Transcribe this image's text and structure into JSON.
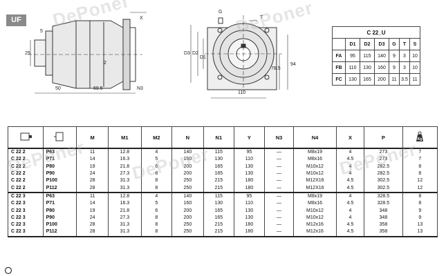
{
  "badge": "UF",
  "watermark": "DePoner",
  "drawing": {
    "side_labels": [
      "5",
      "X",
      "25",
      "50",
      "69.5",
      "N3",
      "2"
    ],
    "front_labels": [
      "G",
      "T",
      "D3",
      "D2",
      "D1",
      "78.5",
      "94",
      "110"
    ]
  },
  "flange_table": {
    "title": "C 22_U",
    "columns": [
      "",
      "D1",
      "D2",
      "D3",
      "G",
      "T",
      "S"
    ],
    "rows": [
      [
        "FA",
        "95",
        "115",
        "140",
        "9",
        "3",
        "10"
      ],
      [
        "FB",
        "110",
        "130",
        "160",
        "9",
        "3",
        "10"
      ],
      [
        "FC",
        "130",
        "165",
        "200",
        "11",
        "3.5",
        "11"
      ]
    ]
  },
  "main_table": {
    "columns": [
      "",
      "",
      "M",
      "M1",
      "M2",
      "N",
      "N1",
      "Y",
      "N3",
      "N4",
      "X",
      "P",
      "Kg"
    ],
    "rows": [
      [
        "C 22 2",
        "P63",
        "11",
        "12.8",
        "4",
        "140",
        "115",
        "95",
        "—",
        "M8x19",
        "4",
        "273",
        "7"
      ],
      [
        "C 22 2",
        "P71",
        "14",
        "16.3",
        "5",
        "160",
        "130",
        "110",
        "—",
        "M8x16",
        "4.5",
        "273",
        "7"
      ],
      [
        "C 22 2",
        "P80",
        "19",
        "21.8",
        "6",
        "200",
        "165",
        "130",
        "—",
        "M10x12",
        "4",
        "282.5",
        "8"
      ],
      [
        "C 22 2",
        "P90",
        "24",
        "27.3",
        "8",
        "200",
        "165",
        "130",
        "—",
        "M10x12",
        "4",
        "282.5",
        "8"
      ],
      [
        "C 22 2",
        "P100",
        "28",
        "31.3",
        "8",
        "250",
        "215",
        "180",
        "—",
        "M12X16",
        "4.5",
        "302.5",
        "12"
      ],
      [
        "C 22 2",
        "P112",
        "28",
        "31.3",
        "8",
        "250",
        "215",
        "180",
        "—",
        "M12X16",
        "4.5",
        "302.5",
        "12"
      ],
      [
        "C 22 3",
        "P63",
        "11",
        "12.8",
        "4",
        "140",
        "115",
        "95",
        "—",
        "M8x19",
        "4",
        "328.5",
        "8"
      ],
      [
        "C 22 3",
        "P71",
        "14",
        "16.3",
        "5",
        "160",
        "130",
        "110",
        "—",
        "M8x16",
        "4.5",
        "328.5",
        "8"
      ],
      [
        "C 22 3",
        "P80",
        "19",
        "21.8",
        "6",
        "200",
        "165",
        "130",
        "—",
        "M10x12",
        "4",
        "348",
        "9"
      ],
      [
        "C 22 3",
        "P90",
        "24",
        "27.3",
        "8",
        "200",
        "165",
        "130",
        "—",
        "M10x12",
        "4",
        "348",
        "9"
      ],
      [
        "C 22 3",
        "P100",
        "28",
        "31.3",
        "8",
        "250",
        "215",
        "180",
        "—",
        "M12x16",
        "4.5",
        "358",
        "13"
      ],
      [
        "C 22 3",
        "P112",
        "28",
        "31.3",
        "8",
        "250",
        "215",
        "180",
        "—",
        "M12x16",
        "4.5",
        "358",
        "13"
      ]
    ]
  }
}
